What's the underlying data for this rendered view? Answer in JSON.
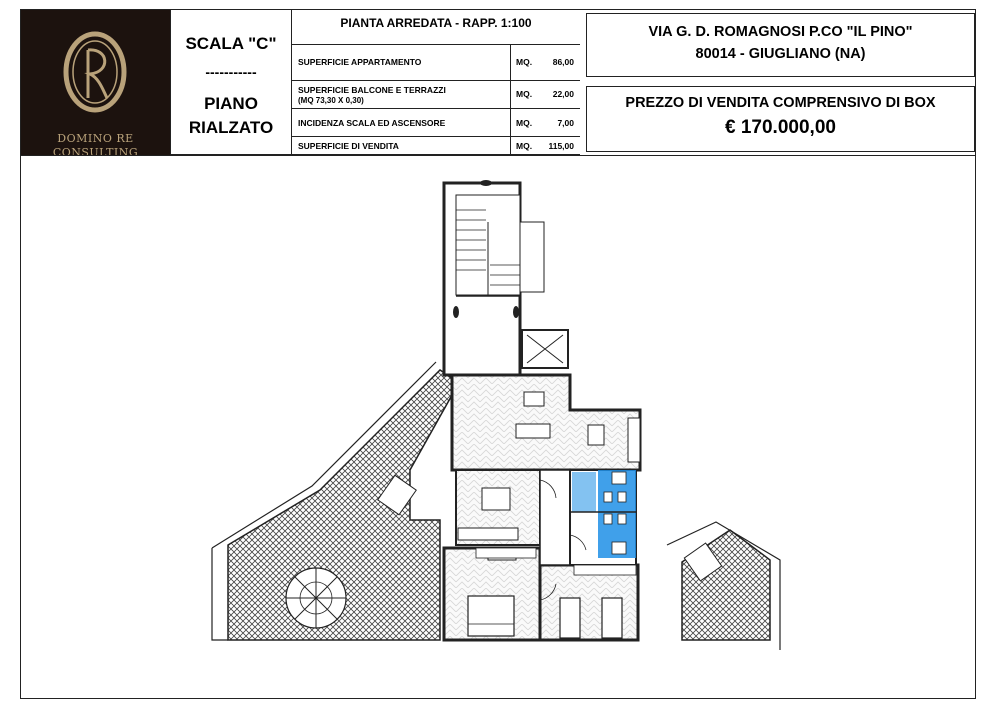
{
  "logo": {
    "line1": "DOMINO RE",
    "line2": "CONSULTING",
    "gold": "#b9a27a",
    "background": "#1c120e"
  },
  "floor": {
    "scala": "SCALA \"C\"",
    "dashes": "-----------",
    "piano_line1": "PIANO",
    "piano_line2": "RIALZATO"
  },
  "table": {
    "heading": "PIANTA ARREDATA - RAPP. 1:100",
    "rows": [
      {
        "label": "SUPERFICIE APPARTAMENTO",
        "unit": "MQ.",
        "value": "86,00"
      },
      {
        "label": "SUPERFICIE BALCONE E TERRAZZI",
        "sublabel": "(MQ 73,30 X 0,30)",
        "unit": "MQ.",
        "value": "22,00"
      },
      {
        "label": "INCIDENZA SCALA ED ASCENSORE",
        "unit": "MQ.",
        "value": "7,00"
      },
      {
        "label": "SUPERFICIE DI VENDITA",
        "unit": "MQ.",
        "value": "115,00"
      }
    ]
  },
  "address": {
    "line1": "VIA G. D. ROMAGNOSI P.CO \"IL PINO\"",
    "line2": "80014 - GIUGLIANO (NA)"
  },
  "price": {
    "label": "PREZZO DI VENDITA COMPRENSIVO DI BOX",
    "value": "€ 170.000,00"
  },
  "colors": {
    "bathroom_highlight": "#1e8fe6",
    "ink": "#222222"
  }
}
